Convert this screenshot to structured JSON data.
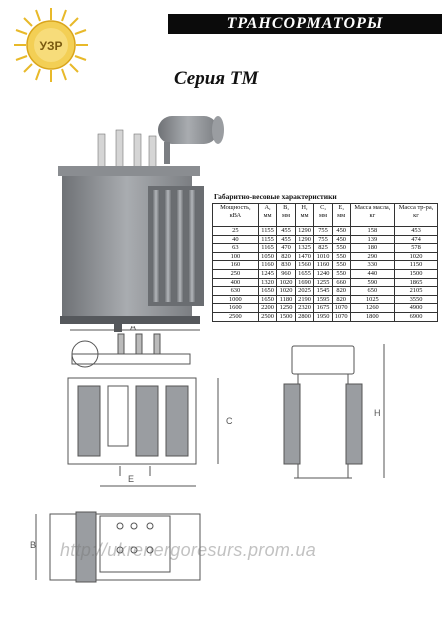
{
  "logo": {
    "text": "УЗР"
  },
  "banner": {
    "title": "ТРАНСОРМАТОРЫ"
  },
  "series": {
    "title": "Серия ТМ"
  },
  "table": {
    "title": "Габаритно-весовые характеристики",
    "headers": [
      "Мощность, кВА",
      "A, мм",
      "B, мм",
      "H, мм",
      "C, мм",
      "E, мм",
      "Масса масла, кг",
      "Масса тр-ра, кг"
    ],
    "rows": [
      [
        "25",
        "1155",
        "455",
        "1290",
        "755",
        "450",
        "158",
        "453"
      ],
      [
        "40",
        "1155",
        "455",
        "1290",
        "755",
        "450",
        "139",
        "474"
      ],
      [
        "63",
        "1165",
        "470",
        "1325",
        "825",
        "550",
        "180",
        "578"
      ],
      [
        "100",
        "1050",
        "820",
        "1470",
        "1010",
        "550",
        "290",
        "1020"
      ],
      [
        "160",
        "1160",
        "830",
        "1560",
        "1160",
        "550",
        "330",
        "1150"
      ],
      [
        "250",
        "1245",
        "960",
        "1655",
        "1240",
        "550",
        "440",
        "1500"
      ],
      [
        "400",
        "1320",
        "1020",
        "1690",
        "1255",
        "660",
        "590",
        "1865"
      ],
      [
        "630",
        "1650",
        "1020",
        "2025",
        "1545",
        "820",
        "650",
        "2105"
      ],
      [
        "1000",
        "1650",
        "1180",
        "2190",
        "1595",
        "820",
        "1025",
        "3550"
      ],
      [
        "1600",
        "2200",
        "1250",
        "2320",
        "1675",
        "1070",
        "1260",
        "4900"
      ],
      [
        "2500",
        "2500",
        "1500",
        "2800",
        "1950",
        "1070",
        "1800",
        "6900"
      ]
    ]
  },
  "dimensions": {
    "a": "A",
    "c": "C",
    "e": "E",
    "h": "H",
    "b": "B"
  },
  "watermark": {
    "text": "http://ukrenergoresurs.prom.ua"
  },
  "colors": {
    "banner_bg": "#0b0b0b",
    "tank": "#8f9296",
    "logo_gold": "#e8b92a"
  }
}
